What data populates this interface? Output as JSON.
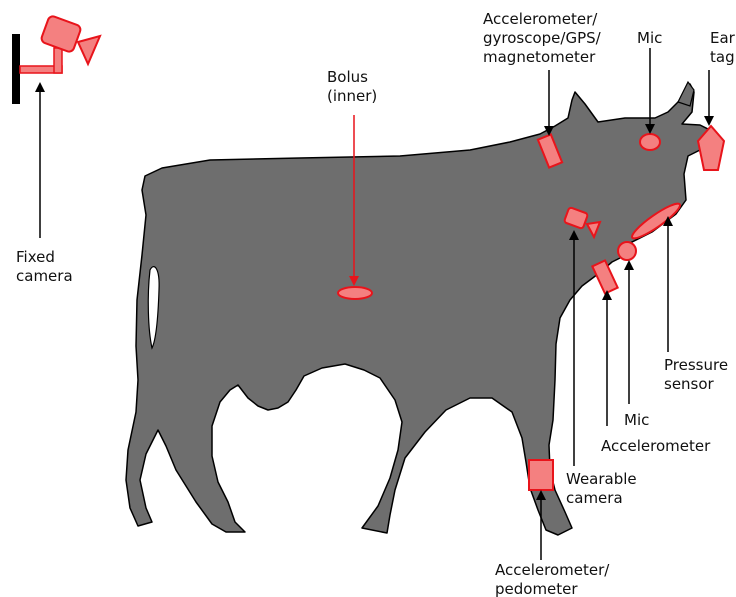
{
  "colors": {
    "cow_body": "#6e6e6e",
    "cow_outline": "#000000",
    "sensor_fill": "#f48080",
    "sensor_stroke": "#e8141b",
    "arrow_black": "#000000",
    "arrow_red": "#e8141b"
  },
  "labels": {
    "fixed_camera": [
      "Fixed",
      "camera"
    ],
    "bolus": [
      "Bolus",
      "(inner)"
    ],
    "head_accel": [
      "Accelerometer/",
      "gyroscope/GPS/",
      "magnetometer"
    ],
    "mic_head": "Mic",
    "ear_tag": [
      "Ear",
      "tag"
    ],
    "pressure_sensor": [
      "Pressure",
      "sensor"
    ],
    "mic_throat": "Mic",
    "accelerometer_neck": "Accelerometer",
    "wearable_camera": [
      "Wearable",
      "camera"
    ],
    "leg_accel": [
      "Accelerometer/",
      "pedometer"
    ]
  }
}
